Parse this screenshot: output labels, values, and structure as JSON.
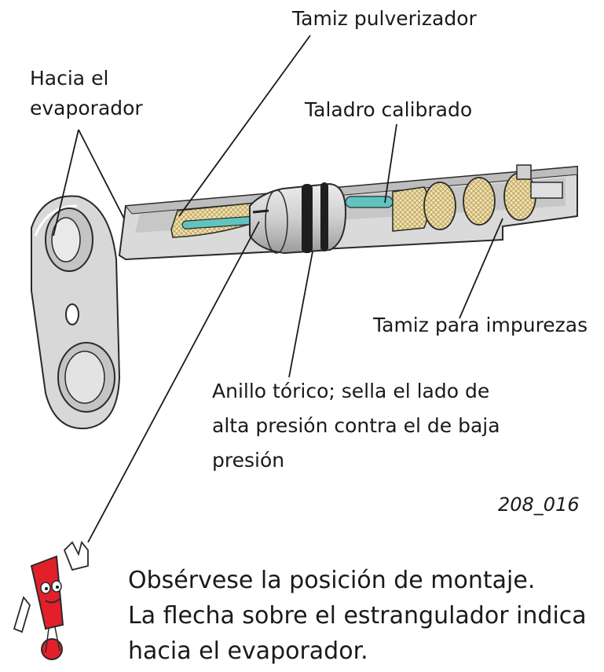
{
  "labels": {
    "spray_screen": "Tamiz pulverizador",
    "to_evaporator_line1": "Hacia el",
    "to_evaporator_line2": "evaporador",
    "calibrated_bore": "Taladro calibrado",
    "impurity_screen": "Tamiz para impurezas",
    "o_ring_line1": "Anillo tórico; sella el lado de",
    "o_ring_line2": "alta presión contra el de baja",
    "o_ring_line3": "presión"
  },
  "figure_number": "208_016",
  "note": {
    "line1": "Obsérvese la posición de montaje.",
    "line2": "La flecha sobre el estrangulador indica",
    "line3": "hacia el evaporador."
  },
  "colors": {
    "housing": "#d7d7d7",
    "housing_dark": "#a9a9a9",
    "screen_mesh": "#ead9a2",
    "bore_tube": "#5fc4c0",
    "warning_figure": "#e3202a",
    "outline": "#2a2a2a"
  }
}
